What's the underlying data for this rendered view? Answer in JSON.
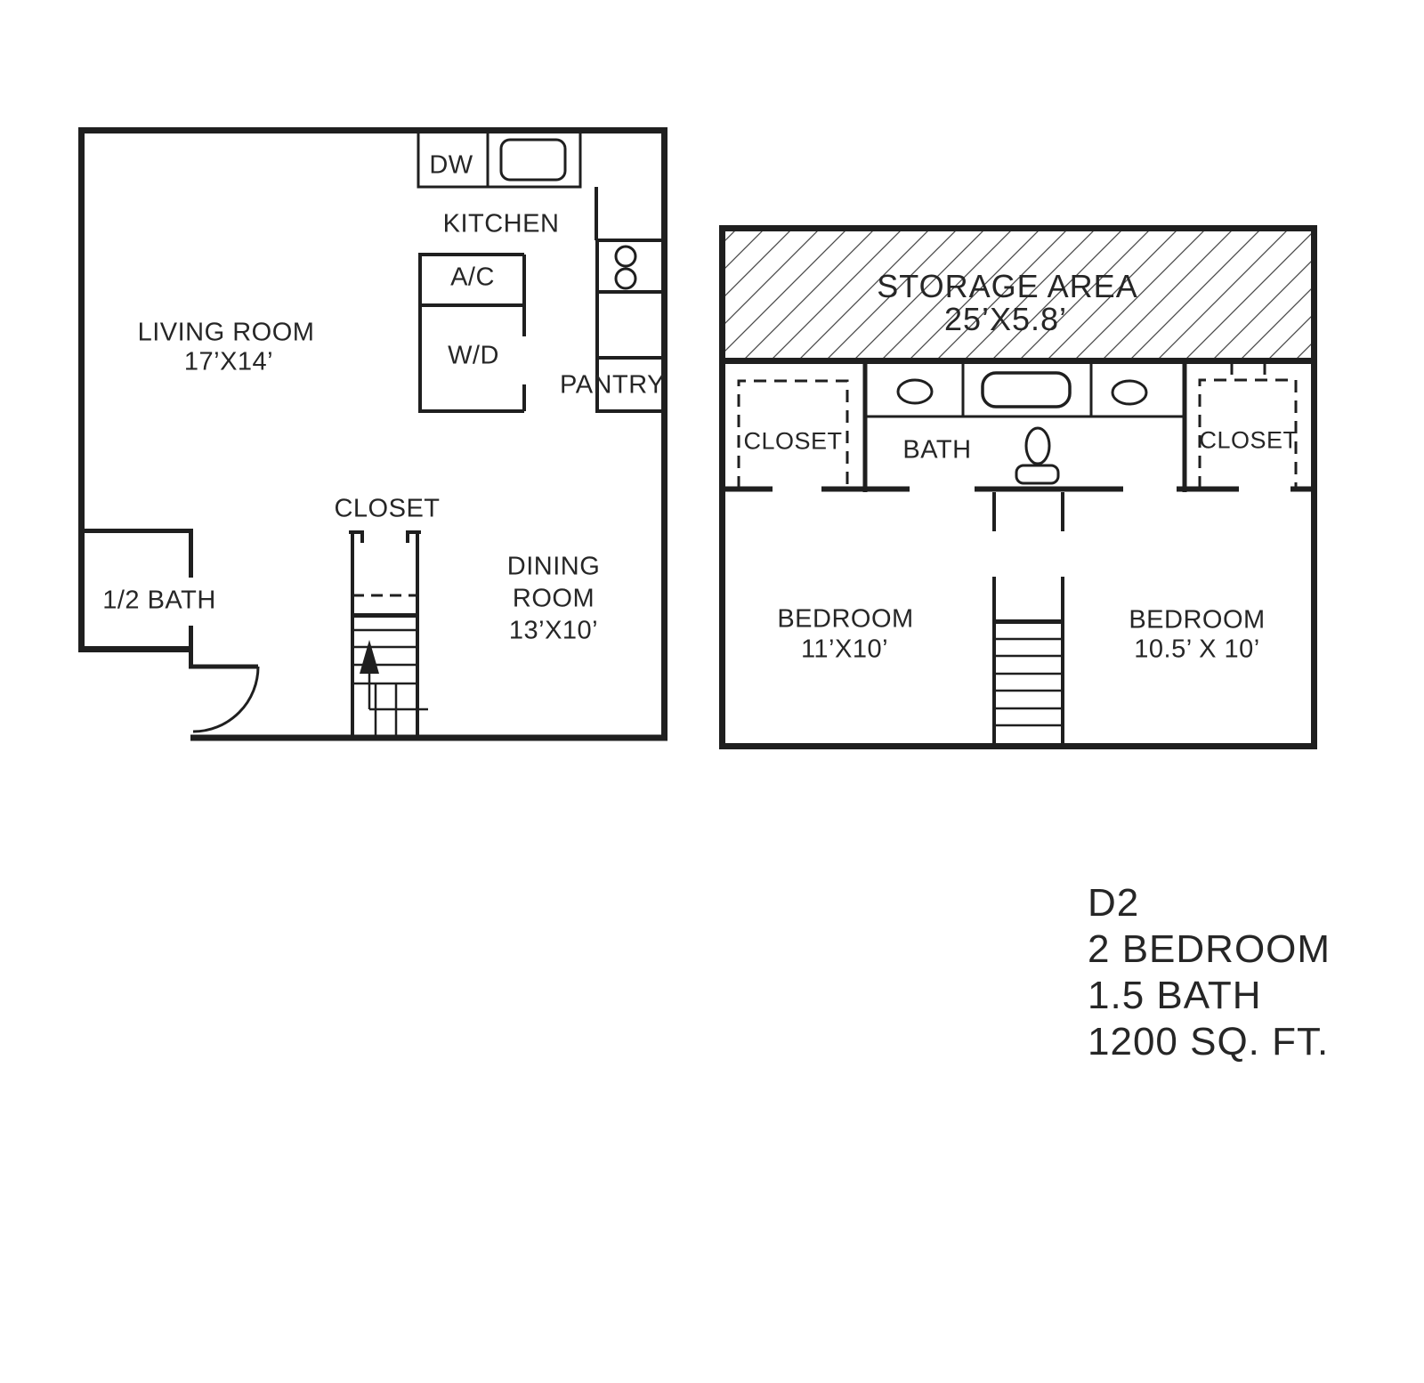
{
  "page_title": "D2 unit floor plan",
  "first_floor": {
    "living_room": {
      "name": "LIVING ROOM",
      "dims": "17’X14’"
    },
    "kitchen_label": "KITCHEN",
    "dw_label": "DW",
    "ac_label": "A/C",
    "wd_label": "W/D",
    "pantry_label": "PANTRY",
    "closet_label": "CLOSET",
    "half_bath_label": "1/2 BATH",
    "dining_room": {
      "line1": "DINING",
      "line2": "ROOM",
      "dims": "13’X10’"
    }
  },
  "second_floor": {
    "storage": {
      "name": "STORAGE AREA",
      "dims": "25’X5.8’"
    },
    "closet_left_label": "CLOSET",
    "closet_right_label": "CLOSET",
    "bath_label": "BATH",
    "bedroom_left": {
      "name": "BEDROOM",
      "dims": "11’X10’"
    },
    "bedroom_right": {
      "name": "BEDROOM",
      "dims": "10.5’ X 10’"
    }
  },
  "unit_info": {
    "unit": "D2",
    "bedrooms": "2 BEDROOM",
    "baths": "1.5 BATH",
    "area": "1200 SQ. FT."
  },
  "colors": {
    "wall": "#1f1f1f",
    "text": "#262626",
    "hatch": "#4a4a4a",
    "background": "#ffffff"
  }
}
